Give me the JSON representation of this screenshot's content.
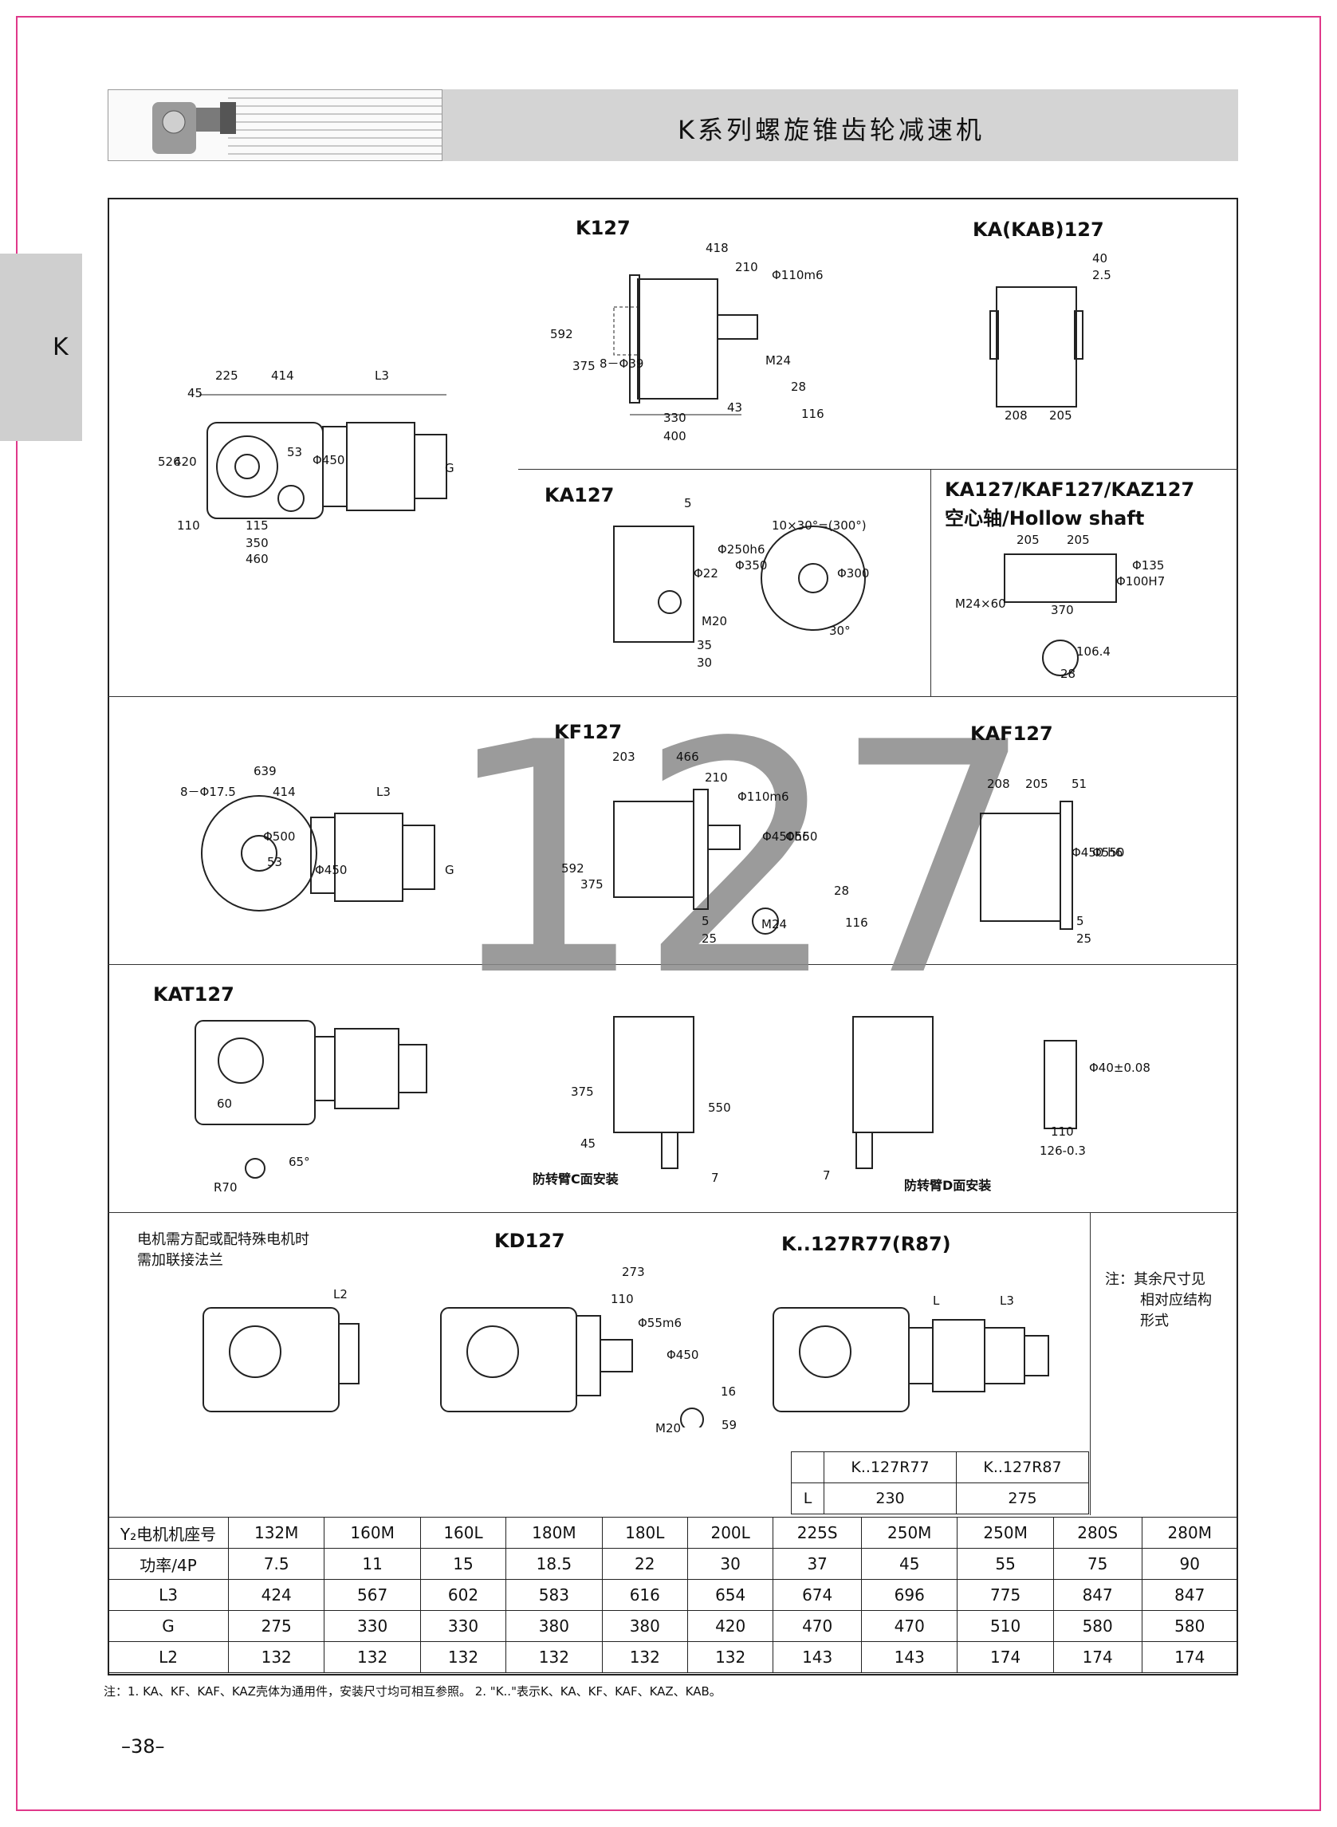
{
  "header": {
    "title": "K系列螺旋锥齿轮减速机"
  },
  "side_tab": {
    "label": "K"
  },
  "watermark": "127",
  "sections": {
    "k127": "K127",
    "ka_kab127": "KA(KAB)127",
    "ka127": "KA127",
    "hollow_title": "KA127/KAF127/KAZ127",
    "hollow_sub": "空心轴/Hollow shaft",
    "kf127": "KF127",
    "kaf127": "KAF127",
    "kat127": "KAT127",
    "kd127": "KD127",
    "kr": "K..127R77(R87)",
    "c_mount": "防转臂C面安装",
    "d_mount": "防转臂D面安装"
  },
  "notes": {
    "motor_note_1": "电机需方配或配特殊电机时",
    "motor_note_2": "需加联接法兰",
    "side_note_1": "注：其余尺寸见",
    "side_note_2": "相对应结构",
    "side_note_3": "形式",
    "footnote": "注：1. KA、KF、KAF、KAZ壳体为通用件，安装尺寸均可相互参照。   2. \"K..\"表示K、KA、KF、KAF、KAZ、KAB。"
  },
  "dims": {
    "d225": "225",
    "d414": "414",
    "dL3": "L3",
    "d45": "45",
    "d526": "526",
    "d420": "420",
    "d110": "110",
    "d115": "115",
    "d350": "350",
    "d460": "460",
    "d53": "53",
    "d450": "Φ450",
    "dG": "G",
    "d418": "418",
    "d210": "210",
    "d110m6": "Φ110m6",
    "d592": "592",
    "d375": "375",
    "d8phi39": "8－Φ39",
    "dM24": "M24",
    "d28": "28",
    "d116": "116",
    "d330": "330",
    "d43": "43",
    "d400": "400",
    "d40": "40",
    "d2_5": "2.5",
    "d208": "208",
    "d205": "205",
    "d5": "5",
    "d250h6": "Φ250h6",
    "d22": "Φ22",
    "dphi350": "Φ350",
    "dM20": "M20",
    "d35": "35",
    "d30": "30",
    "d10x30": "10×30°=(300°)",
    "dphi300": "Φ300",
    "d30deg": "30°",
    "dh205a": "205",
    "dh205b": "205",
    "dM24x60": "M24×60",
    "d370": "370",
    "d100H7": "Φ100H7",
    "d135": "Φ135",
    "d106_4": "106.4",
    "d28b": "28",
    "d639": "639",
    "d8phi17": "8－Φ17.5",
    "d414b": "414",
    "dL3b": "L3",
    "d500": "Φ500",
    "d53b": "53",
    "d450b": "Φ450",
    "dGb": "G",
    "d203": "203",
    "d466": "466",
    "d210b": "210",
    "d110m6b": "Φ110m6",
    "d450h6": "Φ450h6",
    "d550": "Φ550",
    "d592b": "592",
    "d375b": "375",
    "d5b": "5",
    "d25": "25",
    "dM24b": "M24",
    "d28c": "28",
    "d116b": "116",
    "d208b": "208",
    "d205b": "205",
    "d51": "51",
    "d450h6b": "Φ450 h6",
    "d550b": "Φ550",
    "d5c": "5",
    "d25b": "25",
    "d60": "60",
    "d65": "65°",
    "dR70": "R70",
    "d375c": "375",
    "d45b": "45",
    "d550c": "550",
    "d7": "7",
    "d7b": "7",
    "d40tol": "Φ40±0.08",
    "d110b": "110",
    "d126": "126-0.3",
    "dL2": "L2",
    "d273": "273",
    "d110c": "110",
    "d55m6": "Φ55m6",
    "d450c": "Φ450",
    "dM20b": "M20",
    "d16": "16",
    "d59": "59",
    "dL": "L",
    "dL3c": "L3"
  },
  "r_table": {
    "headers": [
      "",
      "K..127R77",
      "K..127R87"
    ],
    "rows": [
      [
        "L",
        "230",
        "275"
      ]
    ]
  },
  "spec_table": {
    "rows": [
      [
        "Y₂电机机座号",
        "132M",
        "160M",
        "160L",
        "180M",
        "180L",
        "200L",
        "225S",
        "250M",
        "250M",
        "280S",
        "280M"
      ],
      [
        "功率/4P",
        "7.5",
        "11",
        "15",
        "18.5",
        "22",
        "30",
        "37",
        "45",
        "55",
        "75",
        "90"
      ],
      [
        "L3",
        "424",
        "567",
        "602",
        "583",
        "616",
        "654",
        "674",
        "696",
        "775",
        "847",
        "847"
      ],
      [
        "G",
        "275",
        "330",
        "330",
        "380",
        "380",
        "420",
        "470",
        "470",
        "510",
        "580",
        "580"
      ],
      [
        "L2",
        "132",
        "132",
        "132",
        "132",
        "132",
        "132",
        "143",
        "143",
        "174",
        "174",
        "174"
      ]
    ]
  },
  "page_number": "–38–"
}
